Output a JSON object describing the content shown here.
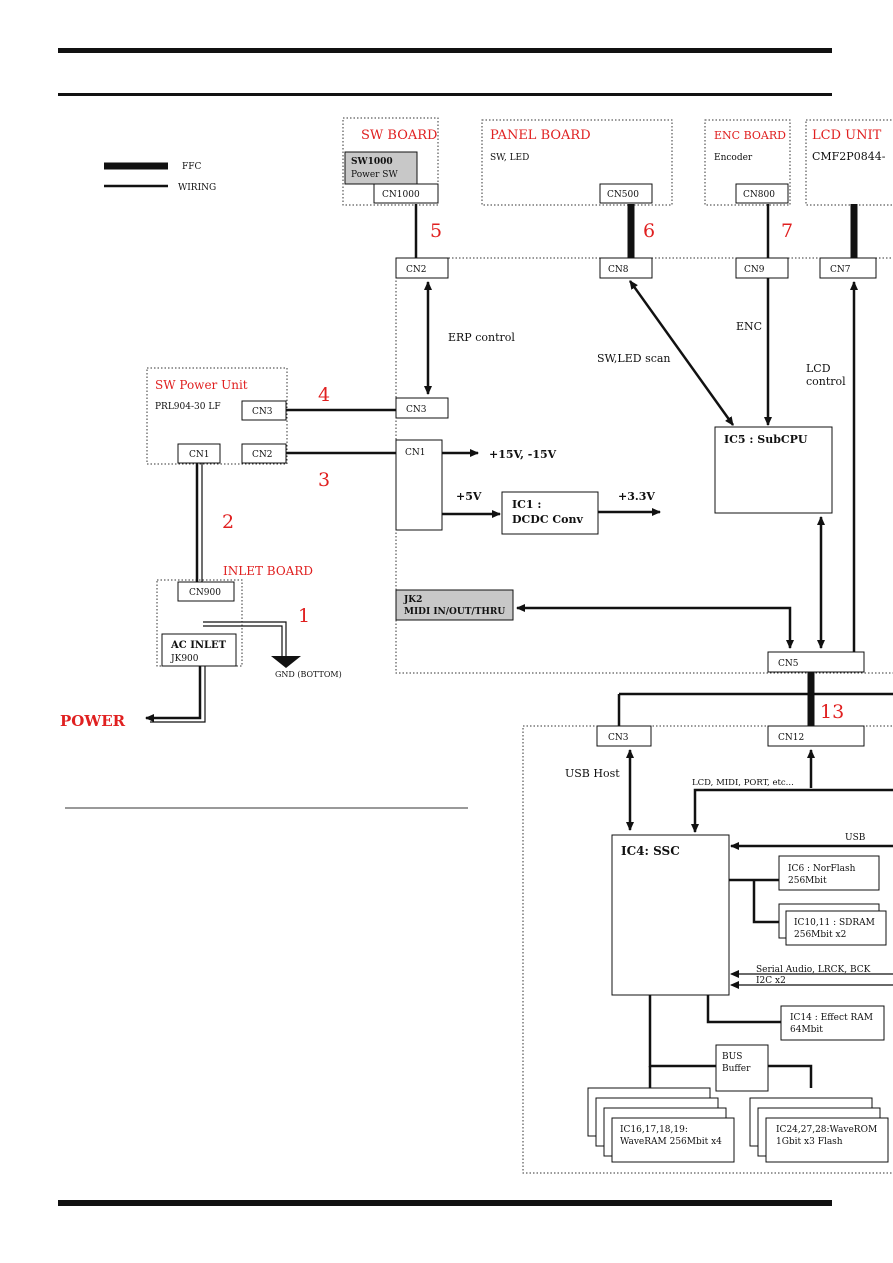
{
  "legend": {
    "ffc": "FFC",
    "wiring": "WIRING"
  },
  "boards": {
    "sw_board": {
      "title": "SW BOARD",
      "sw1000": "SW1000",
      "sw1000_sub": "Power SW",
      "cn": "CN1000"
    },
    "panel_board": {
      "title": "PANEL BOARD",
      "desc": "SW, LED",
      "cn": "CN500"
    },
    "enc_board": {
      "title": "ENC BOARD",
      "desc": "Encoder",
      "cn": "CN800"
    },
    "lcd_unit": {
      "title": "LCD UNIT",
      "desc": "CMF2P0844-"
    },
    "sw_power": {
      "title": "SW Power Unit",
      "desc": "PRL904-30 LF",
      "cn3": "CN3",
      "cn1": "CN1",
      "cn2": "CN2"
    },
    "inlet_board": {
      "title": "INLET BOARD",
      "cn": "CN900",
      "ac": "AC INLET",
      "jk": "JK900",
      "gnd": "GND (BOTTOM)"
    },
    "main": {
      "cn2": "CN2",
      "cn8": "CN8",
      "cn9": "CN9",
      "cn7": "CN7",
      "cn3": "CN3",
      "cn1": "CN1",
      "cn5": "CN5",
      "erp": "ERP control",
      "swled": "SW,LED scan",
      "enc": "ENC",
      "lcd1": "LCD",
      "lcd2": "control",
      "v15": "+15V, -15V",
      "v5": "+5V",
      "v33": "+3.3V",
      "ic1a": "IC1 :",
      "ic1b": "DCDC Conv",
      "ic5": "IC5 : SubCPU",
      "jk2a": "JK2",
      "jk2b": "MIDI IN/OUT/THRU"
    },
    "digital": {
      "cn3": "CN3",
      "cn12": "CN12",
      "usbhost": "USB Host",
      "lcdmidi": "LCD, MIDI, PORT, etc...",
      "usb": "USB",
      "ic4": "IC4: SSC",
      "ic6a": "IC6 : NorFlash",
      "ic6b": "256Mbit",
      "ic10a": "IC10,11 : SDRAM",
      "ic10b": "256Mbit x2",
      "serial": "Serial Audio, LRCK, BCK",
      "i2c": "I2C x2",
      "ic14a": "IC14 : Effect RAM",
      "ic14b": "64Mbit",
      "busa": "BUS",
      "busb": "Buffer",
      "ic16a": "IC16,17,18,19:",
      "ic16b": "WaveRAM 256Mbit x4",
      "ic24a": "IC24,27,28:WaveROM",
      "ic24b": "1Gbit x3 Flash"
    }
  },
  "numbers": [
    "1",
    "2",
    "3",
    "4",
    "5",
    "6",
    "7",
    "13"
  ],
  "power": "POWER"
}
